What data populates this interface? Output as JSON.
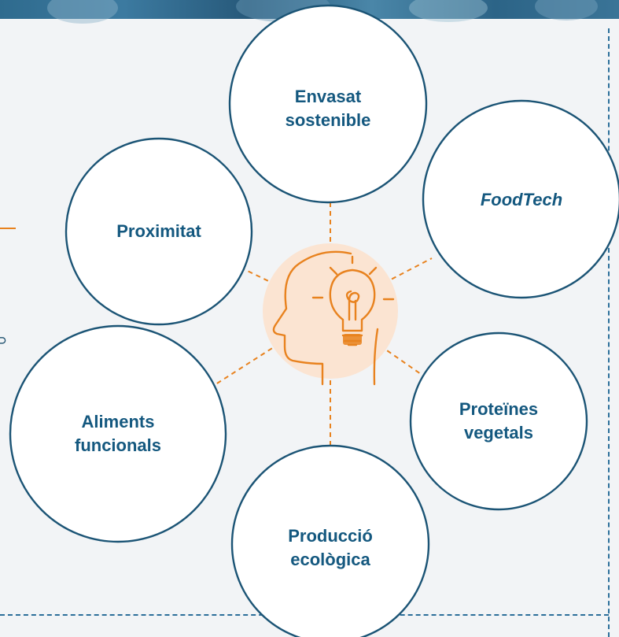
{
  "diagram": {
    "center": {
      "icon": "head-lightbulb-icon",
      "fill_color": "#fbe4d2",
      "stroke_color": "#e8821e"
    },
    "line_color": "#e8821e",
    "node_stroke_color": "#1b5475",
    "label_color": "#14587f",
    "nodes": [
      {
        "id": "envasat",
        "text": "Envasat\nsostenible"
      },
      {
        "id": "foodtech",
        "text": "FoodTech",
        "italic": true
      },
      {
        "id": "proteines",
        "text": "Proteïnes\nvegetals"
      },
      {
        "id": "produccio",
        "text": "Producció\necològica"
      },
      {
        "id": "aliments",
        "text": "Aliments\nfuncionals"
      },
      {
        "id": "proximitat",
        "text": "Proximitat"
      }
    ]
  }
}
